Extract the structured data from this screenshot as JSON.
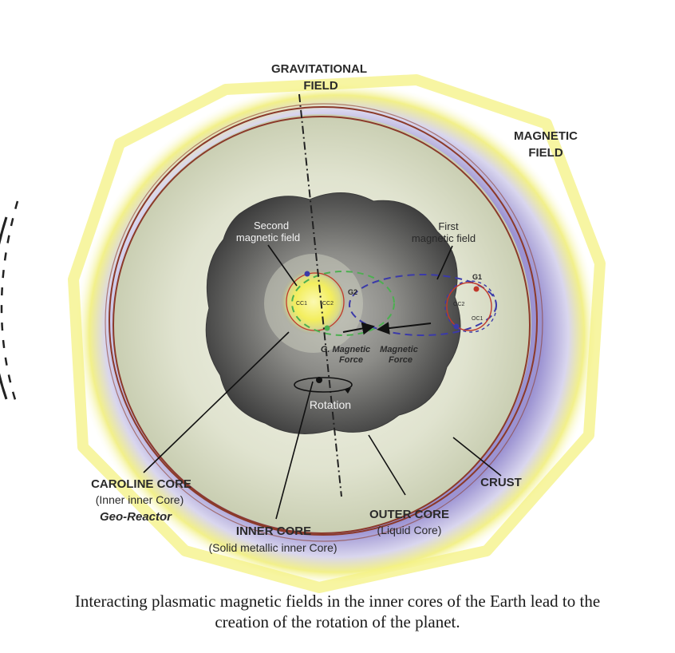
{
  "labels": {
    "gravitational_field_1": "GRAVITATIONAL",
    "gravitational_field_2": "FIELD",
    "magnetic_field_1": "MAGNETIC",
    "magnetic_field_2": "FIELD",
    "second_magnetic_field_1": "Second",
    "second_magnetic_field_2": "magnetic field",
    "first_magnetic_field_1": "First",
    "first_magnetic_field_2": "magnetic field",
    "g1": "G1",
    "g2": "G2",
    "cc1": "CC1",
    "cc2": "CC2",
    "oc1": "OC1",
    "oc2": "OC2",
    "g_magnetic_force_1": "G. Magnetic",
    "g_magnetic_force_2": "Force",
    "magnetic_force_1": "Magnetic",
    "magnetic_force_2": "Force",
    "rotation": "Rotation",
    "caroline_core_1": "CAROLINE CORE",
    "caroline_core_2": "(Inner inner Core)",
    "caroline_core_3": "Geo-Reactor",
    "inner_core_1": "INNER CORE",
    "inner_core_2": "(Solid metallic inner Core)",
    "outer_core_1": "OUTER CORE",
    "outer_core_2": "(Liquid Core)",
    "crust": "CRUST"
  },
  "caption": {
    "line1": "Interacting plasmatic magnetic fields in the inner cores of the Earth lead to the",
    "line2": "creation of the rotation of the planet."
  },
  "colors": {
    "magnetic_glow": "#f3f07a",
    "magnetic_violet": "#8a80c8",
    "crust_line": "#8b3a2a",
    "outer_core": "#d9ddc8",
    "inner_core": "#5e5e5e",
    "caroline_core": "#f6f27a",
    "field_green": "#4caf50",
    "field_purple": "#3b3aa8"
  }
}
